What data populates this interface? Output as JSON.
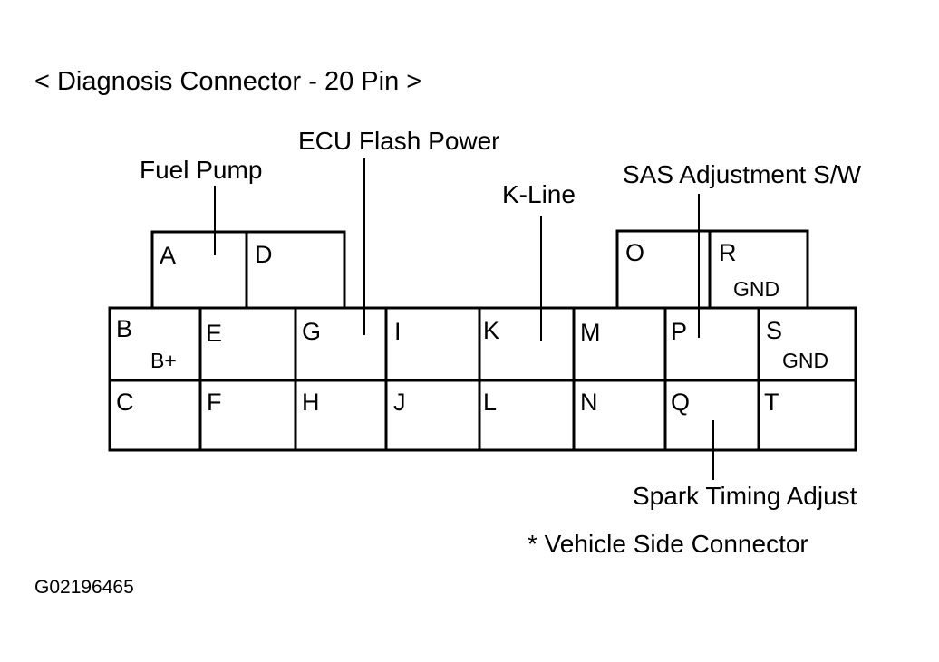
{
  "title": "< Diagnosis Connector - 20 Pin >",
  "footnote": "* Vehicle Side Connector",
  "figure_code": "G02196465",
  "pins": {
    "A": "A",
    "B": "B",
    "C": "C",
    "D": "D",
    "E": "E",
    "F": "F",
    "G": "G",
    "H": "H",
    "I": "I",
    "J": "J",
    "K": "K",
    "L": "L",
    "M": "M",
    "N": "N",
    "O": "O",
    "P": "P",
    "Q": "Q",
    "R": "R",
    "S": "S",
    "T": "T"
  },
  "pin_notes": {
    "B": "B+",
    "R": "GND",
    "S": "GND"
  },
  "callouts": {
    "fuel_pump": "Fuel Pump",
    "ecu_flash_power": "ECU Flash Power",
    "k_line": "K-Line",
    "sas_adjustment": "SAS Adjustment S/W",
    "spark_timing": "Spark Timing Adjust"
  }
}
